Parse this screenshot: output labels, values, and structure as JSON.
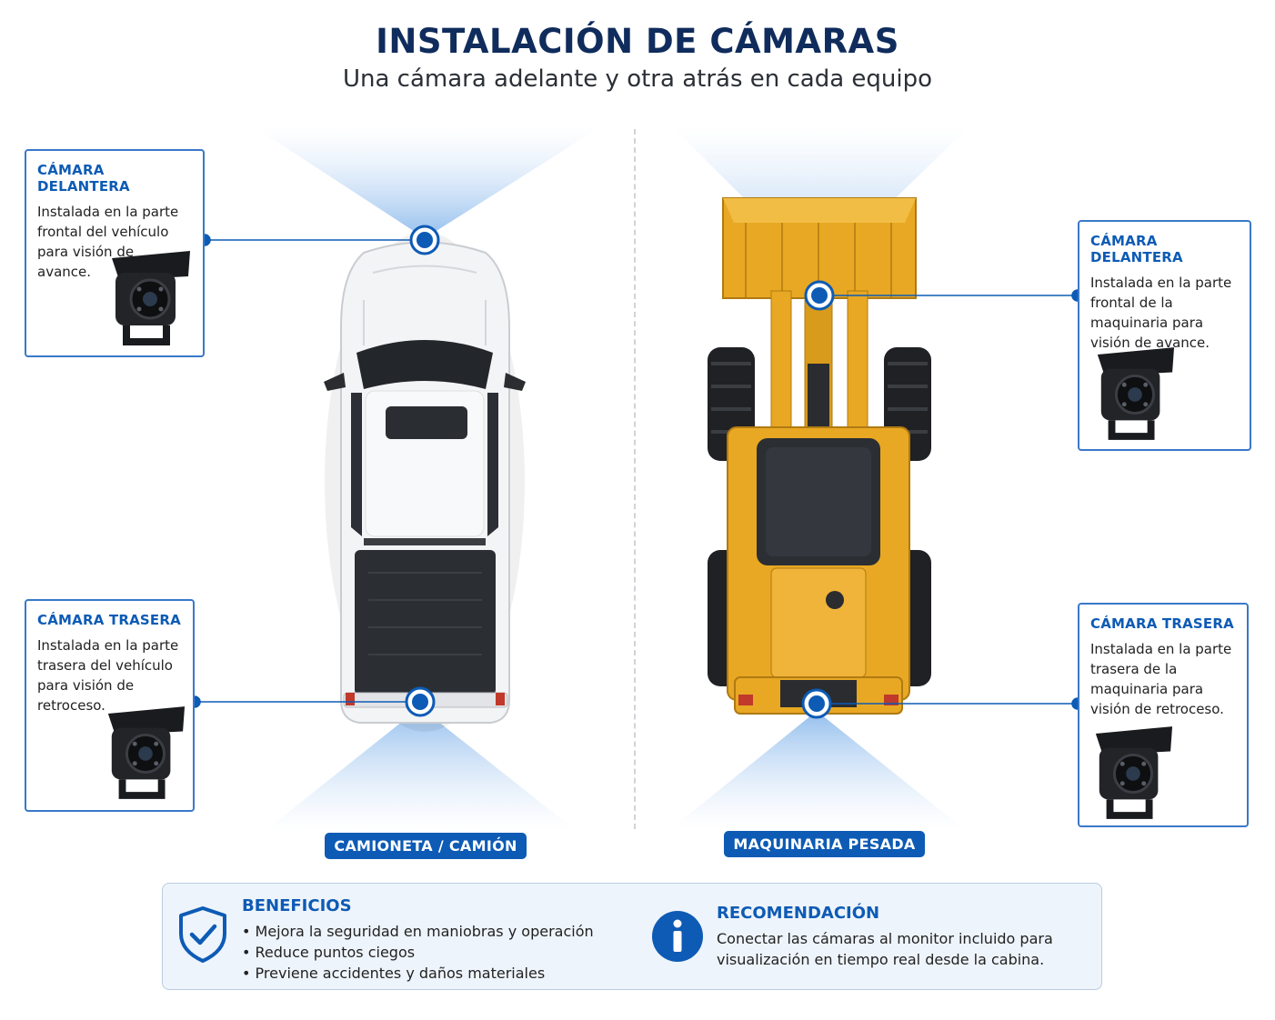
{
  "header": {
    "title": "INSTALACIÓN DE CÁMARAS",
    "subtitle": "Una cámara adelante y otra atrás en cada equipo"
  },
  "left": {
    "label": "CAMIONETA / CAMIÓN",
    "front": {
      "title": "CÁMARA DELANTERA",
      "lines": [
        "Instalada en la parte",
        "frontal del vehículo",
        "para visión de",
        "avance."
      ]
    },
    "rear": {
      "title": "CÁMARA TRASERA",
      "lines": [
        "Instalada en la parte",
        "trasera del vehículo",
        "para visión de",
        "retroceso."
      ]
    }
  },
  "right": {
    "label": "MAQUINARIA PESADA",
    "front": {
      "title": "CÁMARA DELANTERA",
      "lines": [
        "Instalada en la parte",
        "frontal de la",
        "maquinaria para",
        "visión de avance."
      ]
    },
    "rear": {
      "title": "CÁMARA TRASERA",
      "lines": [
        "Instalada en la parte",
        "trasera de la",
        "maquinaria para",
        "visión de retroceso."
      ]
    }
  },
  "benefits": {
    "title": "BENEFICIOS",
    "items": [
      "Mejora la seguridad en maniobras y operación",
      "Reduce puntos ciegos",
      "Previene accidentes y daños materiales"
    ]
  },
  "recommendation": {
    "title": "RECOMENDACIÓN",
    "lines": [
      "Conectar las cámaras al monitor incluido para",
      "visualización en tiempo real desde la cabina."
    ]
  },
  "colors": {
    "accent": "#0d5bb5",
    "title": "#0f2c5c",
    "truck": "#f5f6f7",
    "loader": "#e8a823"
  },
  "icons": [
    "camera-icon",
    "shield-check-icon",
    "info-icon",
    "camera-marker-icon"
  ]
}
